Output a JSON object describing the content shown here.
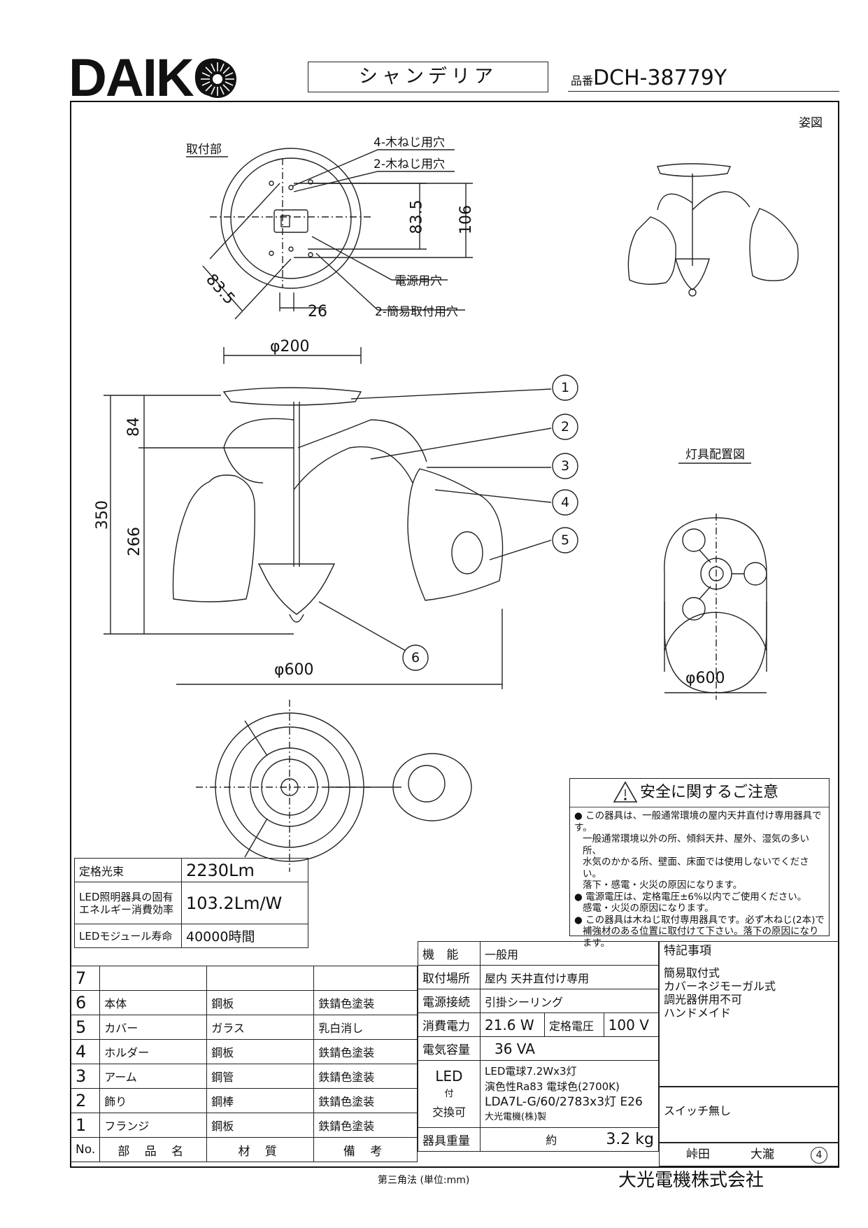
{
  "header": {
    "logo": "DAIKO",
    "product_type": "シャンデリア",
    "model_prefix": "品番",
    "model": "DCH-38779Y"
  },
  "labels": {
    "appearance": "姿図",
    "mount_section": "取付部",
    "holes_4": "4-木ねじ用穴",
    "holes_2": "2-木ねじ用穴",
    "power_hole": "電源用穴",
    "easy_mount_holes": "2-簡易取付用穴",
    "layout": "灯具配置図"
  },
  "dimensions": {
    "d_83_5_v": "83.5",
    "d_106": "106",
    "d_83_5_diag": "83.5",
    "d_26": "26",
    "d_200": "φ200",
    "d_84": "84",
    "d_350": "350",
    "d_266": "266",
    "d_600": "φ600",
    "d_600_layout": "φ600"
  },
  "callouts": [
    "1",
    "2",
    "3",
    "4",
    "5",
    "6"
  ],
  "safety": {
    "title": "安全に関するご注意",
    "lines": [
      "● この器具は、一般通常環境の屋内天井直付け専用器具です。",
      "一般通常環境以外の所、傾斜天井、屋外、湿気の多い所、",
      "水気のかかる所、壁面、床面では使用しないでください。",
      "落下・感電・火災の原因になります。",
      "● 電源電圧は、定格電圧±6%以内でご使用ください。",
      "感電・火災の原因になります。",
      "● この器具は木ねじ取付専用器具です。必ず木ねじ(2本)で",
      "補強材のある位置に取付けて下さい。落下の原因になります。"
    ]
  },
  "performance": {
    "lumen_label": "定格光束",
    "lumen_value": "2230Lm",
    "eff_label_1": "LED照明器具の固有",
    "eff_label_2": "エネルギー消費効率",
    "eff_value": "103.2Lm/W",
    "life_label": "LEDモジュール寿命",
    "life_value": "40000時間"
  },
  "parts": {
    "header": [
      "No.",
      "部 品 名",
      "材 質",
      "備 考"
    ],
    "rows": [
      [
        "7",
        "",
        "",
        ""
      ],
      [
        "6",
        "本体",
        "鋼板",
        "鉄錆色塗装"
      ],
      [
        "5",
        "カバー",
        "ガラス",
        "乳白消し"
      ],
      [
        "4",
        "ホルダー",
        "鋼板",
        "鉄錆色塗装"
      ],
      [
        "3",
        "アーム",
        "鋼管",
        "鉄錆色塗装"
      ],
      [
        "2",
        "飾り",
        "鋼棒",
        "鉄錆色塗装"
      ],
      [
        "1",
        "フランジ",
        "鋼板",
        "鉄錆色塗装"
      ]
    ]
  },
  "specs": {
    "function_label": "機 能",
    "function_value": "一般用",
    "mount_label": "取付場所",
    "mount_value": "屋内 天井直付け専用",
    "connect_label": "電源接続",
    "connect_value": "引掛シーリング",
    "power_label": "消費電力",
    "power_value": "21.6 W",
    "voltage_label": "定格電圧",
    "voltage_value": "100 V",
    "capacity_label": "電気容量",
    "capacity_value": "36 VA",
    "led_label_1": "LED",
    "led_label_2": "付",
    "led_label_3": "交換可",
    "led_lines": [
      "LED電球7.2Wx3灯",
      "演色性Ra83 電球色(2700K)",
      "LDA7L-G/60/2783x3灯 E26",
      "大光電機(株)製"
    ],
    "weight_label": "器具重量",
    "weight_prefix": "約",
    "weight_value": "3.2 kg"
  },
  "notes": {
    "title": "特記事項",
    "lines": [
      "簡易取付式",
      "カバーネジモーガル式",
      "調光器併用不可",
      "ハンドメイド"
    ],
    "switch": "スイッチ無し"
  },
  "signoff": {
    "person1": "峠田",
    "person2": "大瀧",
    "sheet": "4"
  },
  "footer": {
    "projection": "第三角法 (単位:mm)",
    "company": "大光電機株式会社"
  }
}
